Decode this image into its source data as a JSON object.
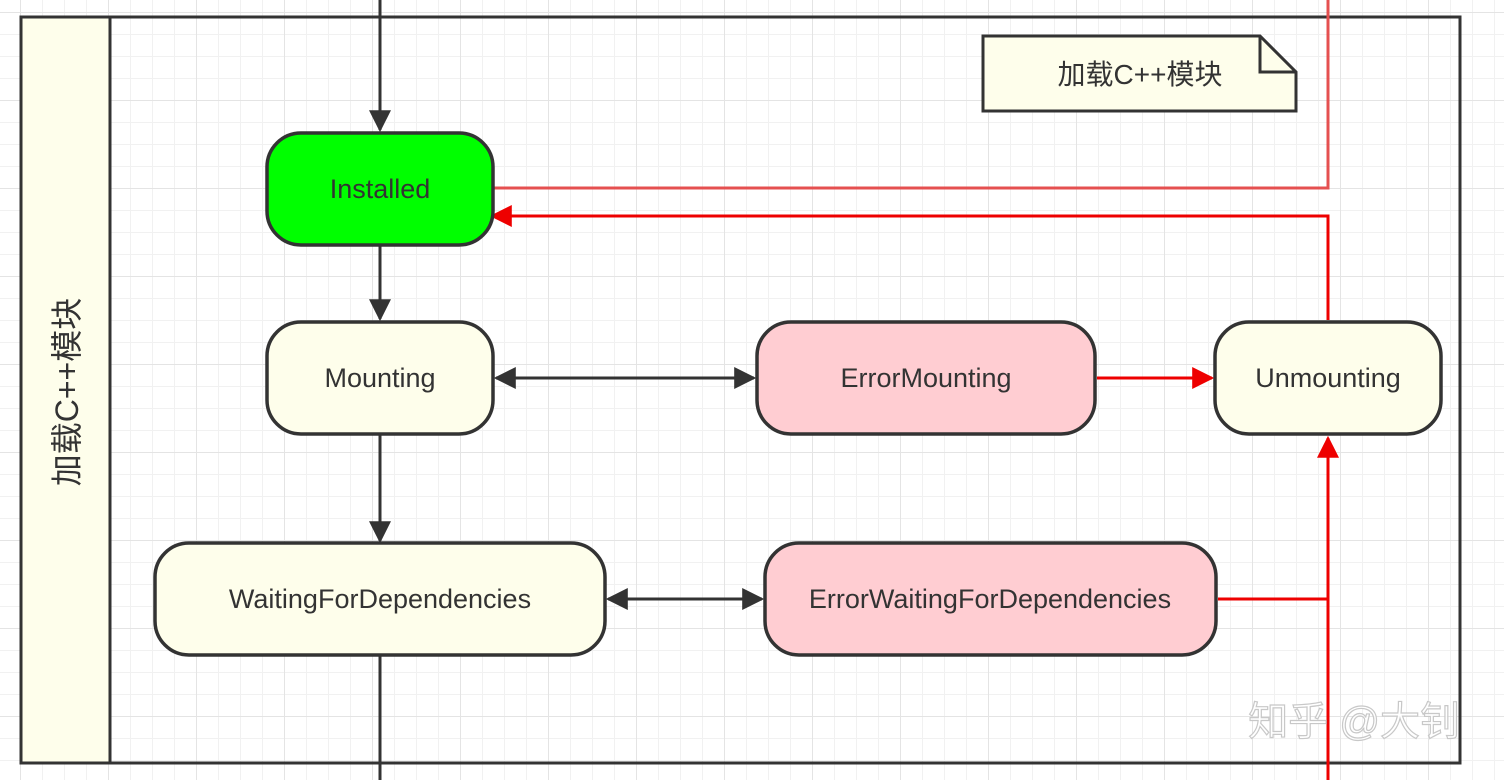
{
  "colors": {
    "stroke": "#333333",
    "flow_red": "#ee0000",
    "installed_fill": "#00ff00",
    "normal_fill": "#fefeeb",
    "error_fill": "#ffcdd2",
    "lane_fill": "#fefeeb"
  },
  "lane": {
    "label": "加载C++模块"
  },
  "note": {
    "label": "加载C++模块"
  },
  "states": {
    "installed": "Installed",
    "mounting": "Mounting",
    "error_mounting": "ErrorMounting",
    "unmounting": "Unmounting",
    "waiting": "WaitingForDependencies",
    "error_waiting": "ErrorWaitingForDependencies"
  },
  "watermark": "知乎 @大钊"
}
